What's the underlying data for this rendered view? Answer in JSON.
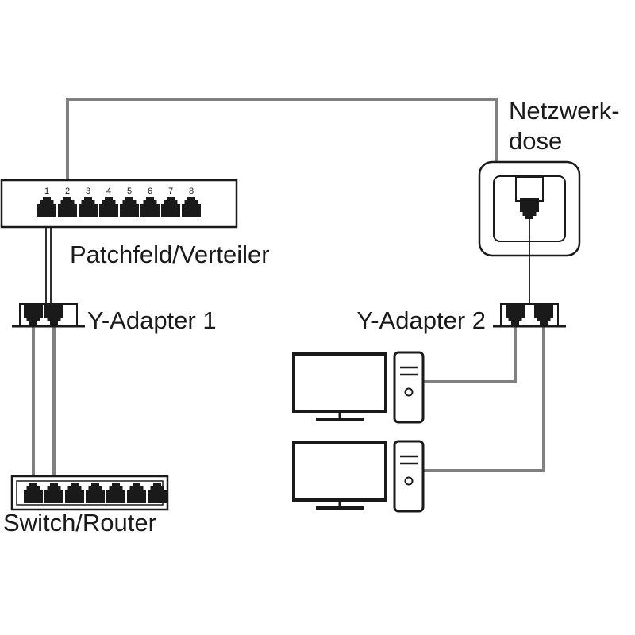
{
  "labels": {
    "wall_outlet_line1": "Netzwerk-",
    "wall_outlet_line2": "dose",
    "patch_panel": "Patchfeld/Verteiler",
    "y_adapter_1": "Y-Adapter 1",
    "y_adapter_2": "Y-Adapter 2",
    "switch_router": "Switch/Router"
  },
  "patch_panel": {
    "port_numbers": [
      "1",
      "2",
      "3",
      "4",
      "5",
      "6",
      "7",
      "8"
    ]
  },
  "colors": {
    "cable": "#808080",
    "outline": "#1a1a1a",
    "background": "#ffffff"
  }
}
